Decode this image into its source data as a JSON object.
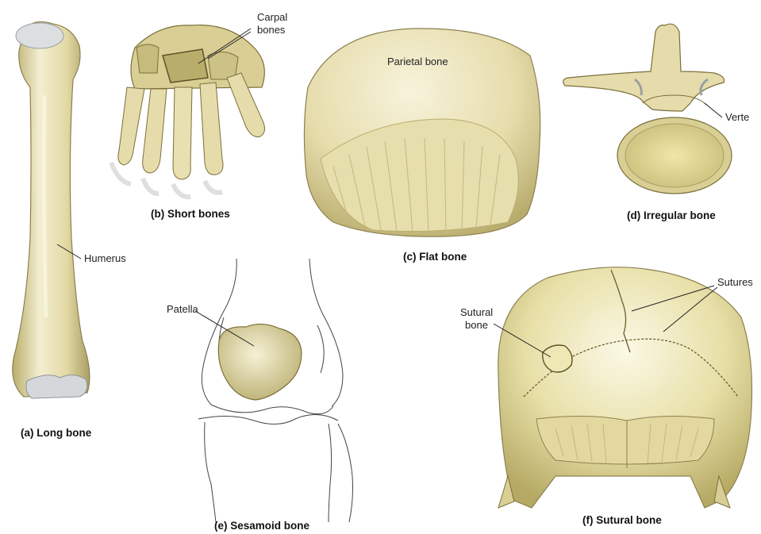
{
  "labels": {
    "carpal": "Carpal",
    "carpal_2": "bones",
    "parietal": "Parietal bone",
    "humerus": "Humerus",
    "patella": "Patella",
    "vertebra": "Verte",
    "sutures": "Sutures",
    "sutural_bone_1": "Sutural",
    "sutural_bone_2": "bone"
  },
  "captions": {
    "long": "(a) Long bone",
    "short": "(b) Short bones",
    "flat": "(c) Flat bone",
    "irregular": "(d) Irregular bone",
    "sesamoid": "(e) Sesamoid bone",
    "sutural": "(f) Sutural bone"
  },
  "colors": {
    "bone_light": "#efe9c4",
    "bone_mid": "#d9cf95",
    "bone_dark": "#a99e62",
    "cartilage": "#cfd3d6",
    "outline": "#7a6f3a",
    "leader": "#222222"
  }
}
